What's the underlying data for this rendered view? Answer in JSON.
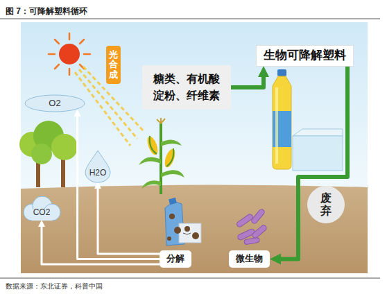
{
  "diagram": {
    "title": "图 7：可降解塑料循环",
    "caption": "数据来源：东北证券，科普中国",
    "nodes": [
      {
        "text": [
          "光合成"
        ]
      },
      {
        "text": [
          "糖类、有机酸 淀粉、纤维素"
        ]
      },
      {
        "text": [
          "生物可降解塑料"
        ]
      },
      {
        "text": [
          "废弃"
        ]
      },
      {
        "text": [
          "分解"
        ]
      },
      {
        "text": [
          "微生物"
        ]
      },
      {
        "text": [
          "O2"
        ]
      },
      {
        "text": [
          "H2O"
        ]
      },
      {
        "text": [
          "CO2"
        ]
      }
    ],
    "edges": [
      {
        "from": 1,
        "to": 2,
        "arrow": "to"
      },
      {
        "from": 2,
        "to": 5,
        "arrow": "to"
      },
      {
        "from": 4,
        "to": 7,
        "arrow": "to"
      },
      {
        "from": 4,
        "to": 6,
        "arrow": "to"
      },
      {
        "from": 4,
        "to": 8,
        "arrow": "to"
      }
    ]
  }
}
